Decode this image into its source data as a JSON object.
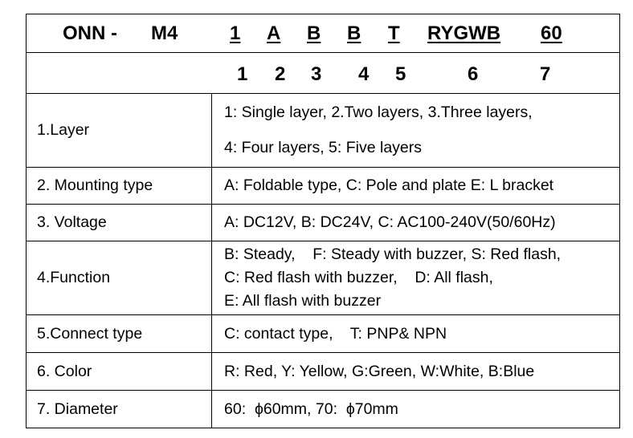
{
  "header": {
    "prefix": "ONN -",
    "model": "M4",
    "codes": [
      "1",
      "A",
      "B",
      "B",
      "T",
      "RYGWB",
      "60"
    ]
  },
  "positions": [
    "1",
    "2",
    "3",
    "4",
    "5",
    "6",
    "7"
  ],
  "rows": [
    {
      "label": "1.Layer",
      "lines": [
        "1: Single layer, 2.Two layers, 3.Three layers,",
        "4: Four layers, 5: Five layers"
      ]
    },
    {
      "label": "2. Mounting type",
      "lines": [
        "A: Foldable type, C: Pole and plate E: L bracket"
      ]
    },
    {
      "label": "3. Voltage",
      "lines": [
        "A: DC12V, B: DC24V, C: AC100-240V(50/60Hz)"
      ]
    },
    {
      "label": "4.Function",
      "lines": [
        "B: Steady,    F: Steady with buzzer, S: Red flash,",
        "C: Red flash with buzzer,    D: All flash,",
        "E: All flash with buzzer"
      ]
    },
    {
      "label": "5.Connect type",
      "lines": [
        "C: contact type,    T: PNP& NPN"
      ]
    },
    {
      "label": "6. Color",
      "lines": [
        "R: Red, Y: Yellow, G:Green, W:White, B:Blue"
      ]
    },
    {
      "label": "7. Diameter",
      "lines": [
        "60:  ϕ60mm, 70:  ϕ70mm"
      ]
    }
  ]
}
